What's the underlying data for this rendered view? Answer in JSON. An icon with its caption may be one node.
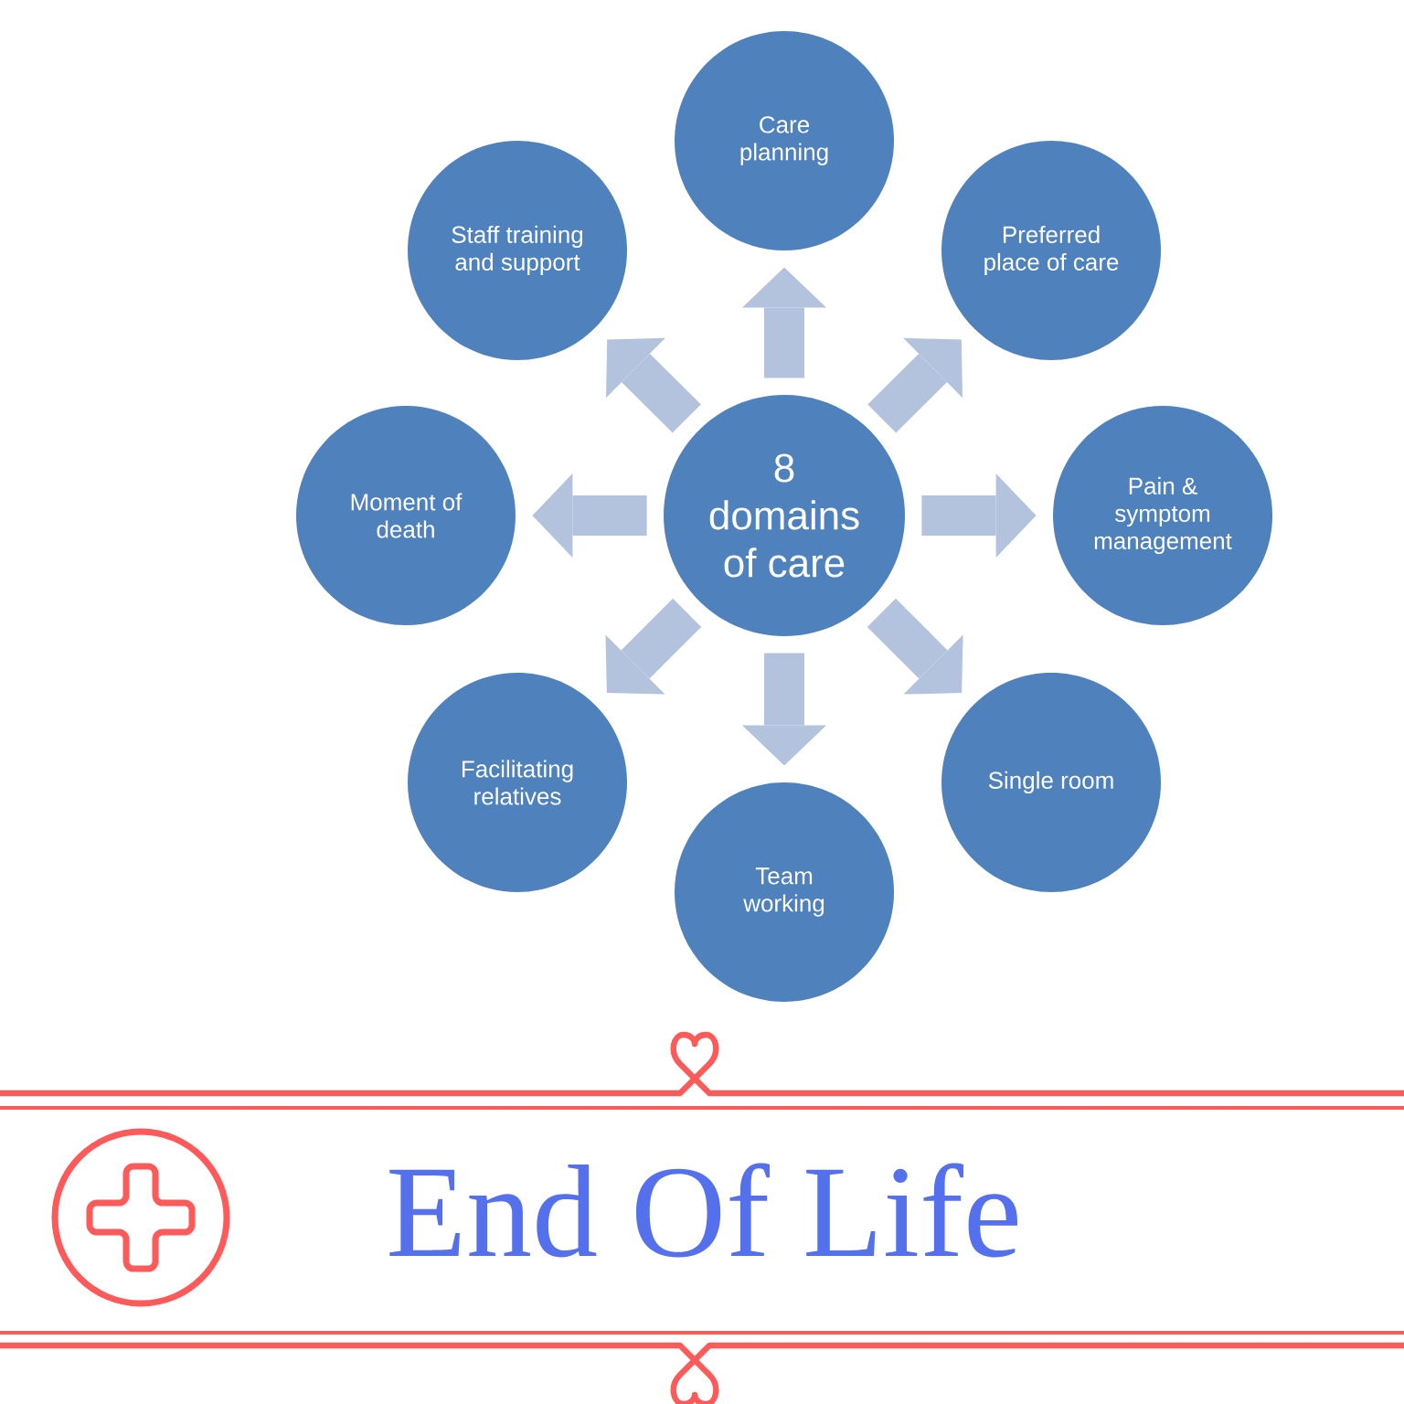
{
  "diagram": {
    "title": "End Of Life",
    "nodes": [
      {
        "text": [
          "8 domains of care"
        ]
      },
      {
        "text": [
          "Care planning"
        ]
      },
      {
        "text": [
          "Preferred place of care"
        ]
      },
      {
        "text": [
          "Pain & symptom management"
        ]
      },
      {
        "text": [
          "Single room"
        ]
      },
      {
        "text": [
          "Team working"
        ]
      },
      {
        "text": [
          "Facilitating relatives"
        ]
      },
      {
        "text": [
          "Moment of death"
        ]
      },
      {
        "text": [
          "Staff training and support"
        ]
      }
    ],
    "edges": [
      {
        "from": 0,
        "to": 1,
        "arrow": "to"
      },
      {
        "from": 0,
        "to": 2,
        "arrow": "to"
      },
      {
        "from": 0,
        "to": 3,
        "arrow": "to"
      },
      {
        "from": 0,
        "to": 4,
        "arrow": "to"
      },
      {
        "from": 0,
        "to": 5,
        "arrow": "to"
      },
      {
        "from": 0,
        "to": 6,
        "arrow": "to"
      },
      {
        "from": 0,
        "to": 7,
        "arrow": "to"
      },
      {
        "from": 0,
        "to": 8,
        "arrow": "to"
      }
    ]
  }
}
